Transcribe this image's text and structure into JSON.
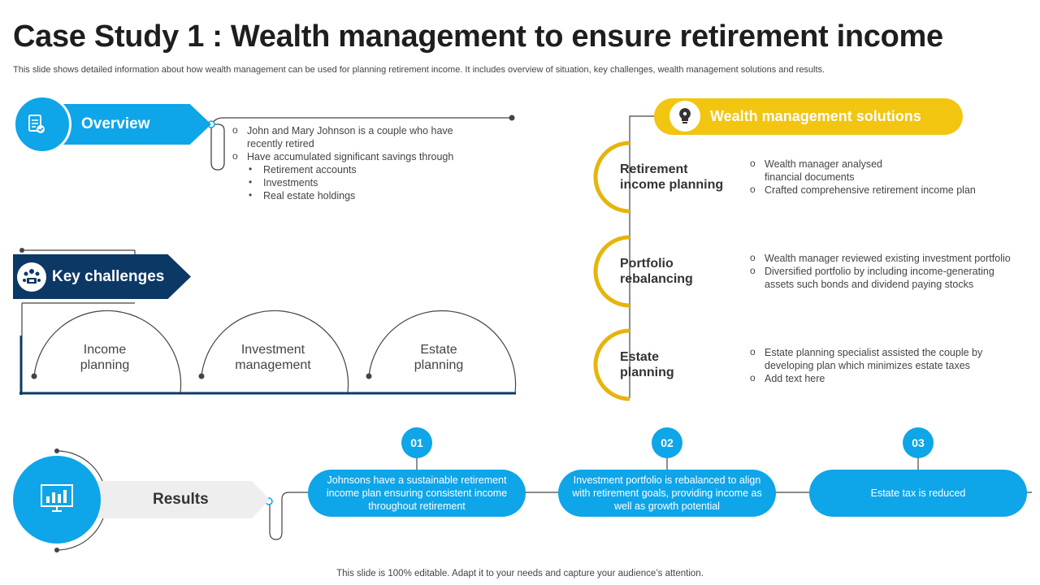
{
  "header": {
    "title": "Case Study 1 : Wealth management to ensure retirement income",
    "subtitle": "This slide shows detailed information about how wealth management can be used for planning retirement income. It includes overview of situation, key challenges, wealth management solutions and results."
  },
  "overview": {
    "label": "Overview",
    "icon": "document-checklist-icon",
    "items": [
      "John and Mary Johnson is a couple who have recently retired",
      "Have accumulated significant savings through"
    ],
    "sub_items": [
      "Retirement accounts",
      "Investments",
      "Real estate holdings"
    ]
  },
  "challenges": {
    "label": "Key challenges",
    "icon": "team-meeting-icon",
    "items": [
      "Income planning",
      "Investment management",
      "Estate planning"
    ]
  },
  "solutions": {
    "label": "Wealth management solutions",
    "icon": "lightbulb-gear-icon",
    "items": [
      {
        "title": "Retirement income planning",
        "points": [
          "Wealth manager analysed financial documents",
          "Crafted comprehensive retirement income plan"
        ]
      },
      {
        "title": "Portfolio rebalancing",
        "points": [
          "Wealth manager reviewed existing investment portfolio",
          "Diversified portfolio by including income-generating assets such bonds and dividend paying stocks"
        ]
      },
      {
        "title": "Estate planning",
        "points": [
          "Estate planning specialist assisted the couple by developing plan which minimizes estate taxes",
          "Add text here"
        ]
      }
    ]
  },
  "results": {
    "label": "Results",
    "icon": "monitor-chart-icon",
    "items": [
      {
        "num": "01",
        "text": "Johnsons have a sustainable retirement income plan ensuring consistent income throughout retirement"
      },
      {
        "num": "02",
        "text": "Investment portfolio is rebalanced to align with retirement goals, providing income as well as growth potential"
      },
      {
        "num": "03",
        "text": "Estate tax is reduced"
      }
    ]
  },
  "footer": "This slide is 100% editable. Adapt it to your needs and capture your audience’s attention.",
  "colors": {
    "blue": "#0ea5e9",
    "navy": "#0c3866",
    "gold": "#f2c511",
    "arc_gold": "#e6b40b",
    "grey_tab": "#eeeeee"
  }
}
